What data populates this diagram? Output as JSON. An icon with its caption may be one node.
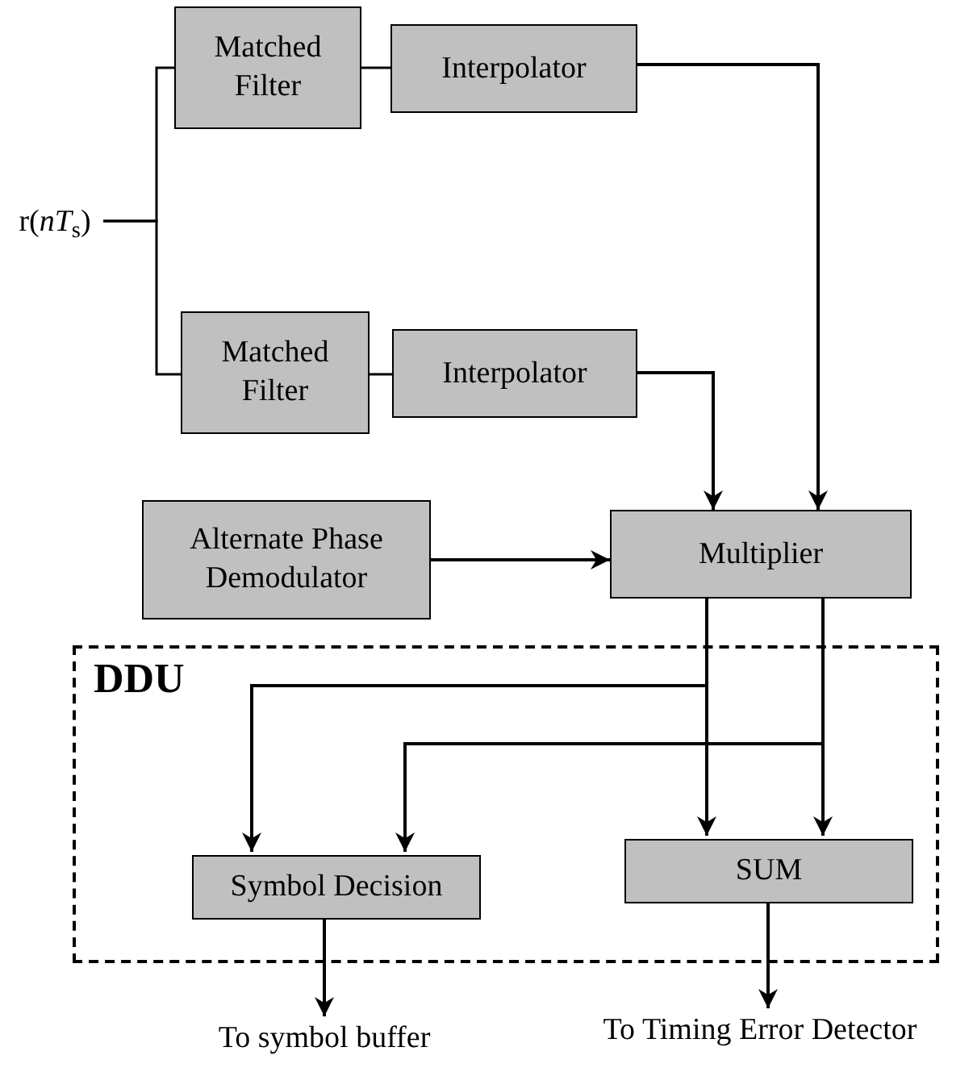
{
  "diagram": {
    "nodes": [
      {
        "text": [
          "r(*nT*$_{s}$)"
        ]
      },
      {
        "text": [
          "Matched Filter"
        ]
      },
      {
        "text": [
          "Interpolator"
        ]
      },
      {
        "text": [
          "Matched Filter"
        ]
      },
      {
        "text": [
          "Interpolator"
        ]
      },
      {
        "text": [
          "Alternate Phase Demodulator"
        ]
      },
      {
        "text": [
          "Multiplier"
        ]
      },
      {
        "text": [
          "DDU"
        ]
      },
      {
        "text": [
          "Symbol Decision"
        ],
        "in": 7
      },
      {
        "text": [
          "SUM"
        ],
        "in": 7
      },
      {
        "text": [
          "To symbol buffer"
        ]
      },
      {
        "text": [
          "To Timing Error Detector"
        ]
      }
    ],
    "edges": [
      {
        "from": 0,
        "to": 1,
        "arrow": "none"
      },
      {
        "from": 0,
        "to": 3,
        "arrow": "none"
      },
      {
        "from": 1,
        "to": 2,
        "arrow": "none"
      },
      {
        "from": 3,
        "to": 4,
        "arrow": "none"
      },
      {
        "from": 2,
        "to": 6,
        "arrow": "to"
      },
      {
        "from": 4,
        "to": 6,
        "arrow": "to"
      },
      {
        "from": 5,
        "to": 6,
        "arrow": "to"
      },
      {
        "from": 6,
        "to": 9,
        "arrow": "to"
      },
      {
        "from": 6,
        "to": 9,
        "arrow": "to"
      },
      {
        "from": 6,
        "to": 8,
        "arrow": "to"
      },
      {
        "from": 6,
        "to": 8,
        "arrow": "to"
      },
      {
        "from": 8,
        "to": 10,
        "arrow": "to"
      },
      {
        "from": 9,
        "to": 11,
        "arrow": "to"
      }
    ]
  }
}
